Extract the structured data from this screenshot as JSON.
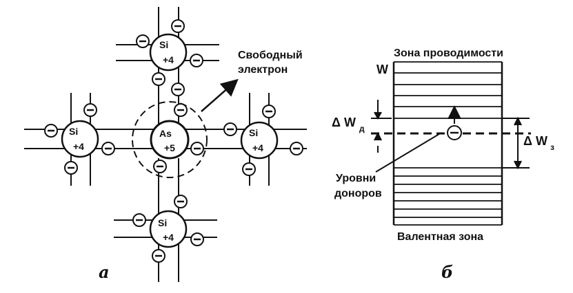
{
  "panel_a": {
    "center_atom": {
      "symbol": "As",
      "charge": "+5"
    },
    "top_atom": {
      "symbol": "Si",
      "charge": "+4"
    },
    "left_atom": {
      "symbol": "Si",
      "charge": "+4"
    },
    "right_atom": {
      "symbol": "Si",
      "charge": "+4"
    },
    "bottom_atom": {
      "symbol": "Si",
      "charge": "+4"
    },
    "free_electron_label": [
      "Свободный",
      "электрон"
    ],
    "electron_symbol": "−",
    "figure_label": "а"
  },
  "panel_b": {
    "conduction_band": "Зона проводимости",
    "energy_axis": "W",
    "delta_wd": {
      "main": "Δ W",
      "sub": "д"
    },
    "delta_wz": {
      "main": "Δ W",
      "sub": "з"
    },
    "donor_levels": [
      "Уровни",
      "доноров"
    ],
    "valence_band": "Валентная зона",
    "electron_symbol": "−",
    "figure_label": "б"
  }
}
